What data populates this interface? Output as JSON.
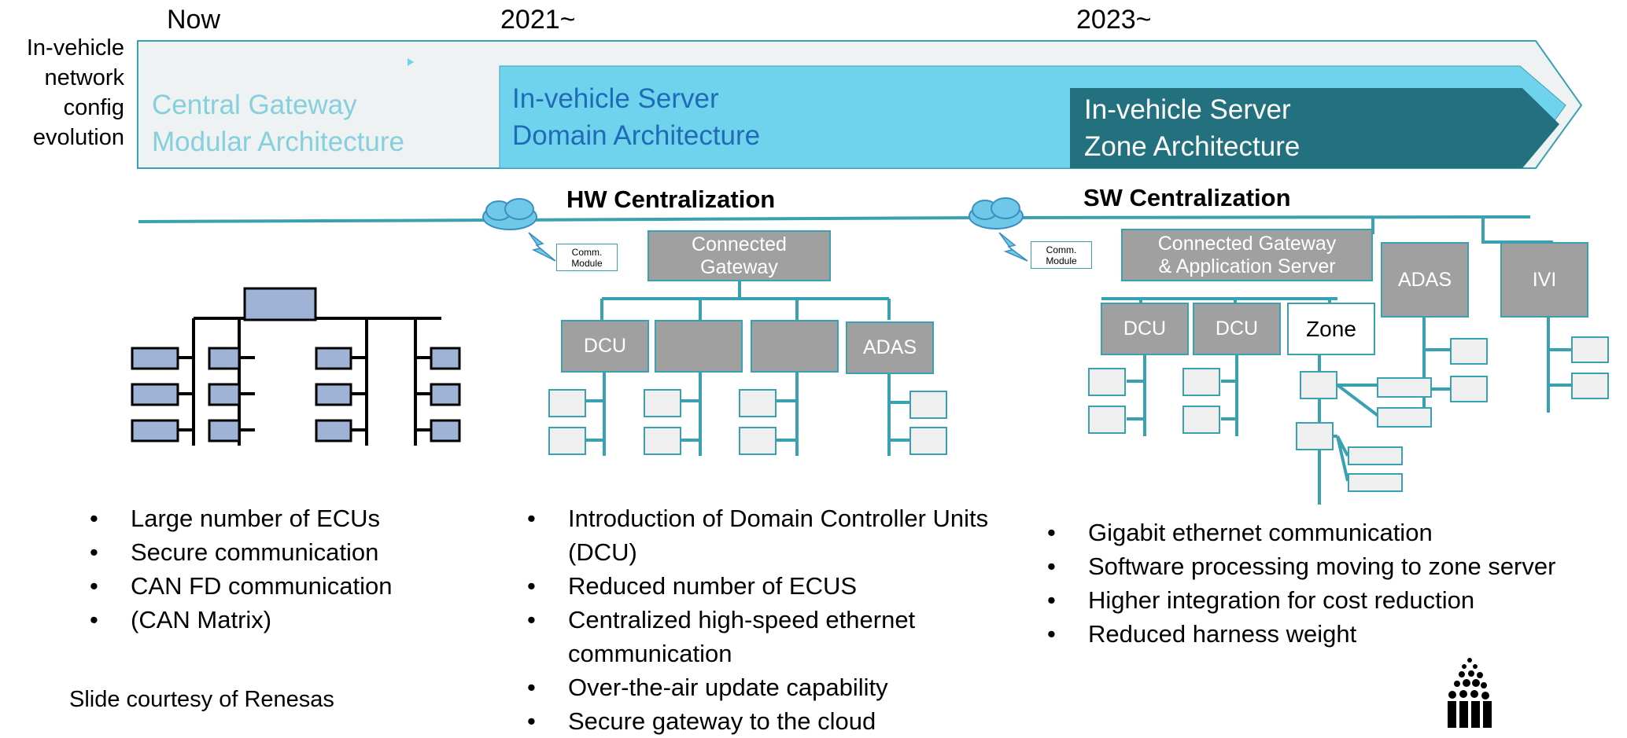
{
  "header": {
    "era_now": "Now",
    "era_2021": "2021~",
    "era_2023": "2023~",
    "side_label": [
      "In-vehicle",
      "network",
      "config",
      "evolution"
    ]
  },
  "timeline": {
    "stage1": [
      "Central Gateway",
      "Modular Architecture"
    ],
    "stage2": [
      "In-vehicle Server",
      "Domain Architecture"
    ],
    "stage3": [
      "In-vehicle Server",
      "Zone Architecture"
    ],
    "colors": {
      "stage1": "#eef2f3",
      "stage2": "#6fd3ee",
      "stage3": "#23717f",
      "accent": "#3aa1b1"
    }
  },
  "sections": {
    "hw_title": "HW Centralization",
    "sw_title": "SW Centralization"
  },
  "hw_diagram": {
    "comm_module": [
      "Comm.",
      "Module"
    ],
    "gateway": [
      "Connected",
      "Gateway"
    ],
    "dcu": "DCU",
    "adas": "ADAS"
  },
  "sw_diagram": {
    "comm_module": [
      "Comm.",
      "Module"
    ],
    "gateway": [
      "Connected Gateway",
      "& Application Server"
    ],
    "adas": "ADAS",
    "ivi": "IVI",
    "dcu1": "DCU",
    "dcu2": "DCU",
    "zone": "Zone"
  },
  "bullets": {
    "col1": [
      "Large number of ECUs",
      "Secure communication",
      "CAN FD communication",
      "(CAN Matrix)"
    ],
    "col2": [
      "Introduction of Domain Controller Units (DCU)",
      "Reduced number of ECUS",
      "Centralized high-speed ethernet communication",
      "Over-the-air update capability",
      "Secure gateway to the cloud"
    ],
    "col3": [
      "Gigabit ethernet communication",
      "Software processing moving to zone server",
      "Higher integration for cost reduction",
      "Reduced harness weight"
    ]
  },
  "footer": {
    "courtesy": "Slide courtesy of Renesas"
  },
  "icons": [
    "cloud-icon",
    "lightning-icon",
    "ecu-tree-icon",
    "logo-icon"
  ]
}
